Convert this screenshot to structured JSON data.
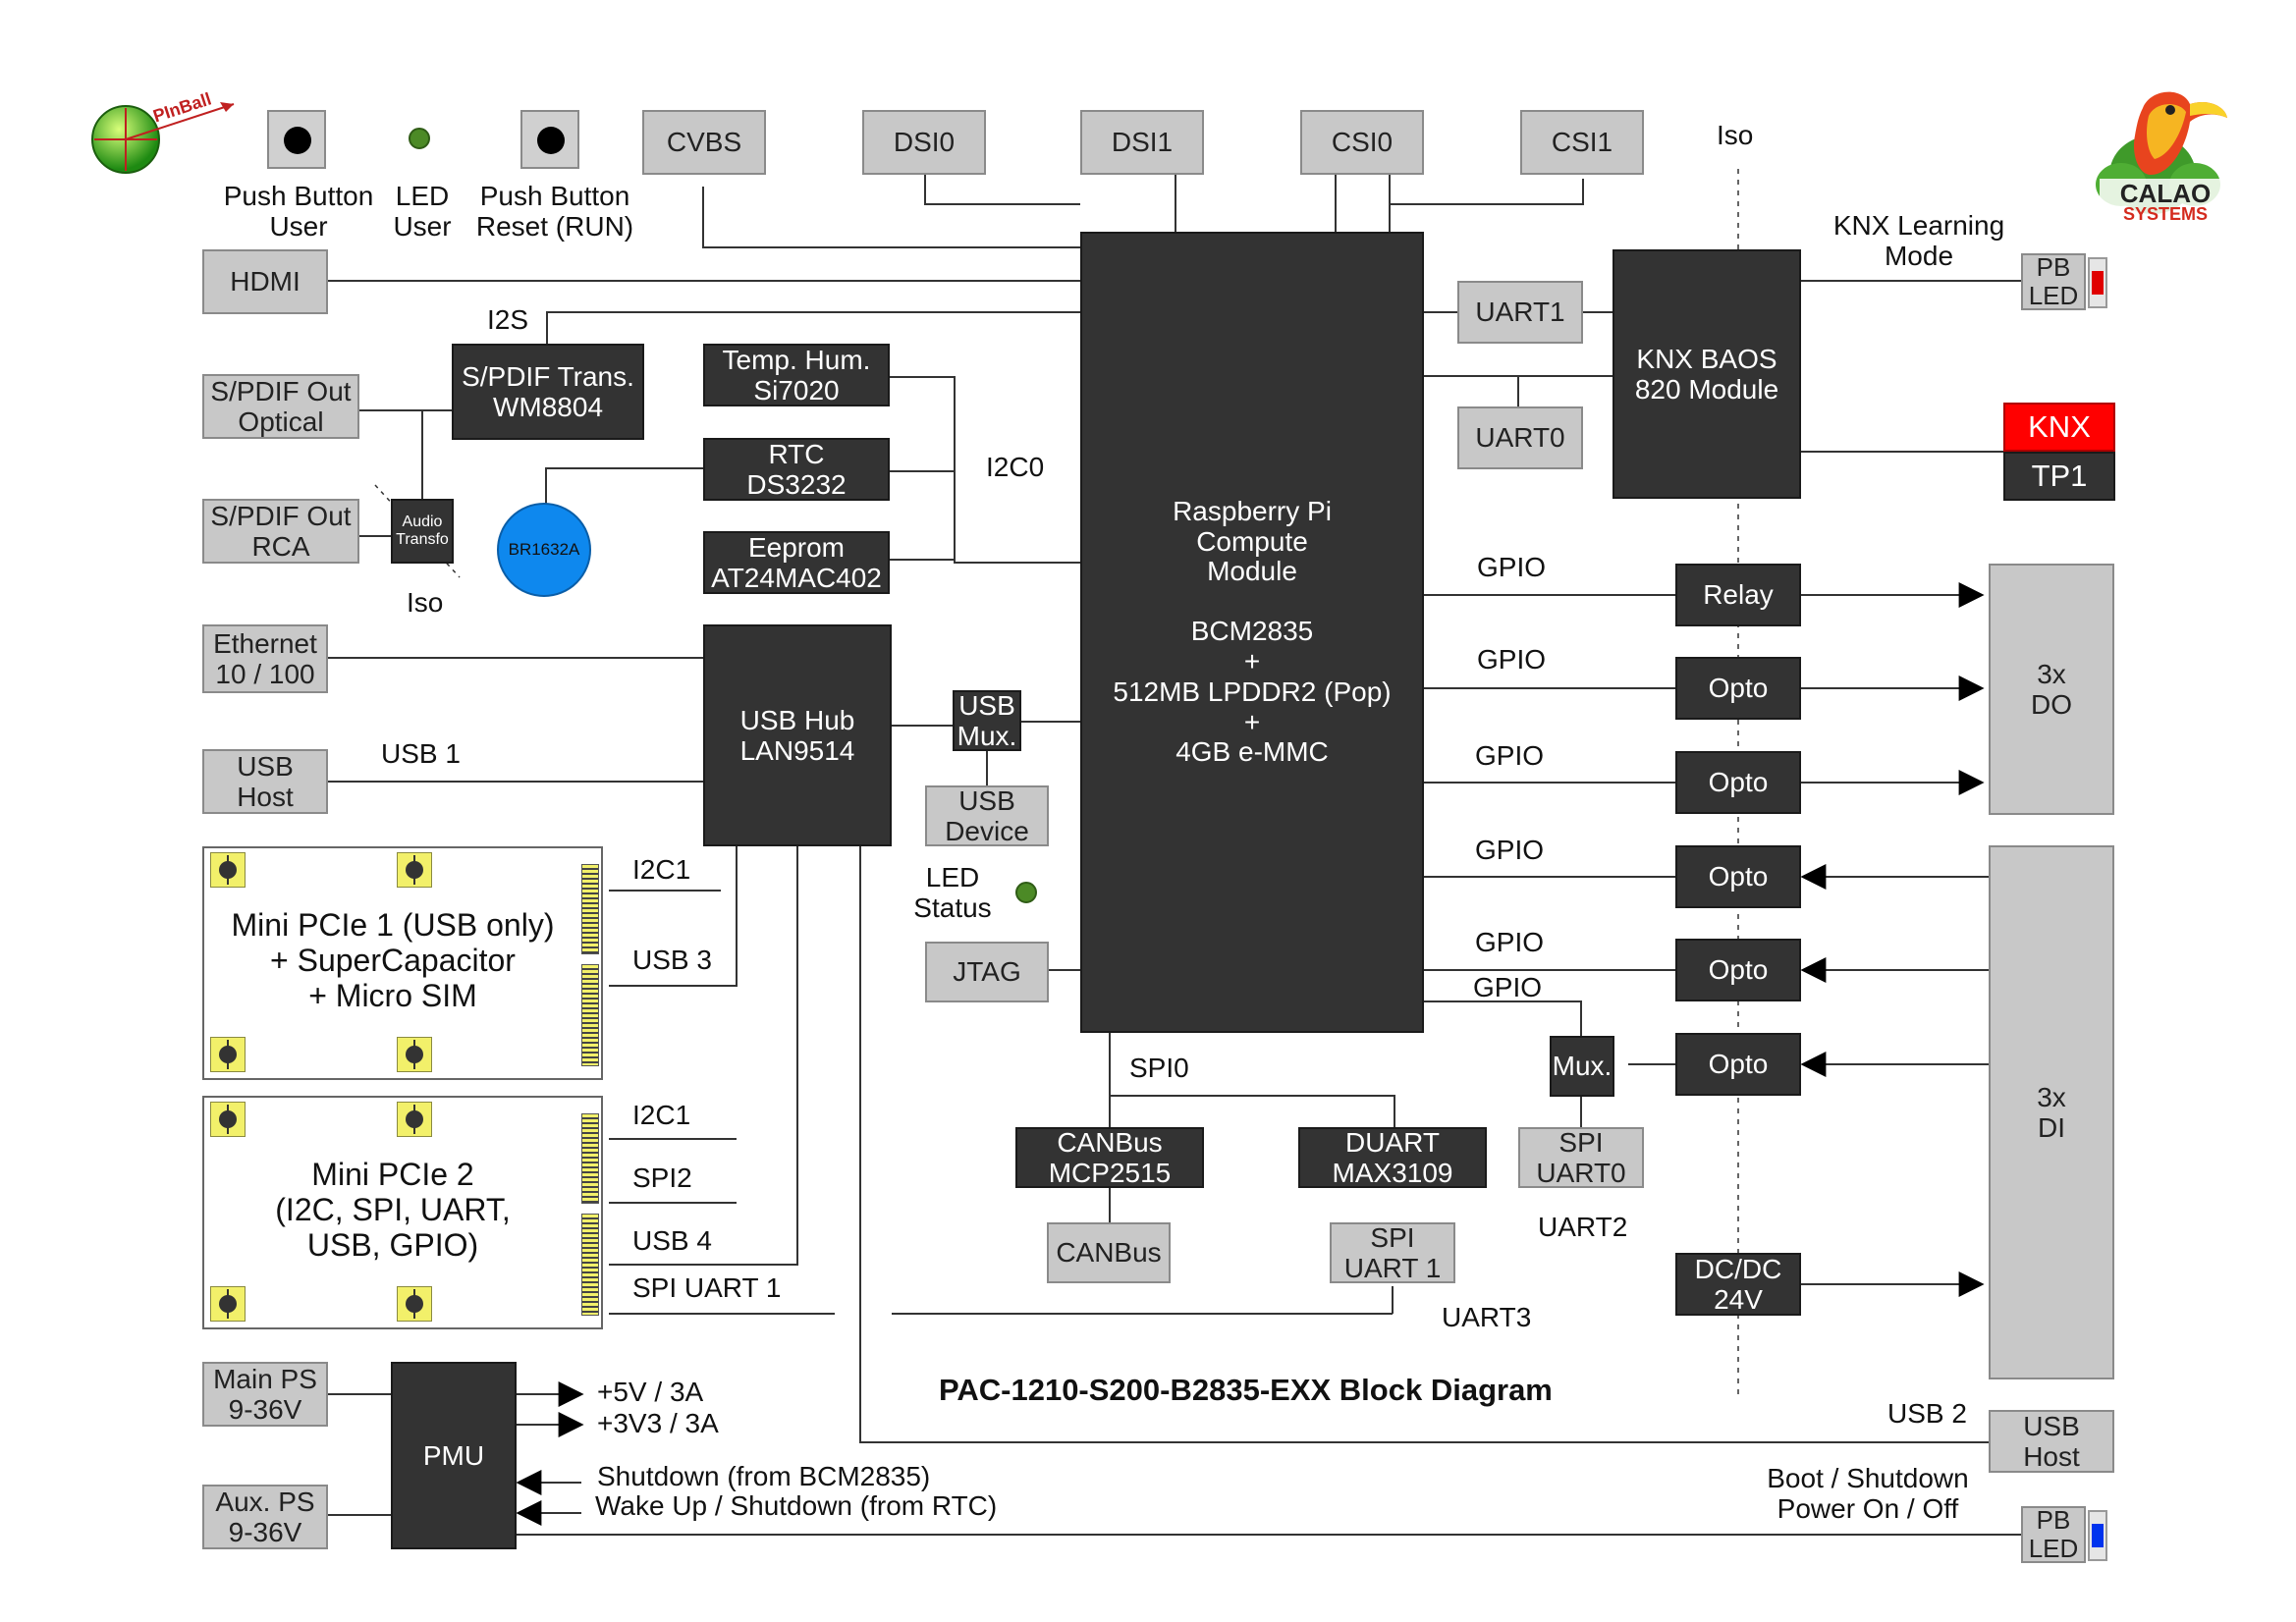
{
  "title": "PAC-1210-S200-B2835-EXX Block Diagram",
  "logos": {
    "pinball": "PInBall",
    "calao_line1": "CALAO",
    "calao_line2": "SYSTEMS"
  },
  "top": {
    "push_button_user": [
      "Push Button",
      "User"
    ],
    "led_user": [
      "LED",
      "User"
    ],
    "push_button_reset": [
      "Push Button",
      "Reset (RUN)"
    ],
    "cvbs": "CVBS",
    "dsi0": "DSI0",
    "dsi1": "DSI1",
    "csi0": "CSI0",
    "csi1": "CSI1",
    "iso": "Iso"
  },
  "left": {
    "hdmi": "HDMI",
    "i2s": "I2S",
    "spdif_trans": [
      "S/PDIF Trans.",
      "WM8804"
    ],
    "spdif_optical": [
      "S/PDIF Out",
      "Optical"
    ],
    "spdif_rca": [
      "S/PDIF Out",
      "RCA"
    ],
    "audio_transfo": [
      "Audio",
      "Transfo"
    ],
    "iso": "Iso",
    "battery": "BR1632A",
    "temp_hum": [
      "Temp. Hum.",
      "Si7020"
    ],
    "rtc": [
      "RTC",
      "DS3232"
    ],
    "eeprom": [
      "Eeprom",
      "AT24MAC402"
    ],
    "i2c0": "I2C0",
    "ethernet": [
      "Ethernet",
      "10 / 100"
    ],
    "usb_host": [
      "USB",
      "Host"
    ],
    "usb1": "USB 1",
    "usb_hub": [
      "USB Hub",
      "LAN9514"
    ],
    "usb_mux": [
      "USB",
      "Mux."
    ],
    "usb_device": [
      "USB",
      "Device"
    ],
    "led_status": [
      "LED",
      "Status"
    ],
    "jtag": "JTAG"
  },
  "pcie1": {
    "text": [
      "Mini PCIe 1 (USB only)",
      "+ SuperCapacitor",
      "+ Micro SIM"
    ],
    "i2c1": "I2C1",
    "usb3": "USB 3"
  },
  "pcie2": {
    "text": [
      "Mini PCIe 2",
      "(I2C, SPI, UART,",
      "USB, GPIO)"
    ],
    "i2c1": "I2C1",
    "spi2": "SPI2",
    "usb4": "USB 4",
    "spi_uart1": "SPI UART 1"
  },
  "power": {
    "main_ps": [
      "Main PS",
      "9-36V"
    ],
    "aux_ps": [
      "Aux. PS",
      "9-36V"
    ],
    "pmu": "PMU",
    "out_5v": "+5V / 3A",
    "out_3v3": "+3V3 / 3A",
    "shutdown": "Shutdown (from BCM2835)",
    "wakeup": "Wake Up / Shutdown (from RTC)"
  },
  "cm": {
    "line1": "Raspberry Pi",
    "line2": "Compute",
    "line3": "Module",
    "line4": "BCM2835",
    "line5": "+",
    "line6": "512MB LPDDR2 (Pop)",
    "line7": "+",
    "line8": "4GB e-MMC"
  },
  "bottom": {
    "spi0": "SPI0",
    "canbus_ctrl": [
      "CANBus",
      "MCP2515"
    ],
    "canbus": "CANBus",
    "duart": [
      "DUART",
      "MAX3109"
    ],
    "spi_uart1": [
      "SPI",
      "UART 1"
    ],
    "spi_uart0": [
      "SPI",
      "UART0"
    ],
    "uart2": "UART2",
    "uart3": "UART3",
    "mux": "Mux."
  },
  "right": {
    "uart1": "UART1",
    "uart0": "UART0",
    "knx_baos": [
      "KNX BAOS",
      "820 Module"
    ],
    "knx_learning": [
      "KNX Learning",
      "Mode"
    ],
    "pb_led": [
      "PB",
      "LED"
    ],
    "knx": "KNX",
    "tp1": "TP1",
    "gpio": "GPIO",
    "relay": "Relay",
    "opto": "Opto",
    "do": [
      "3x",
      "DO"
    ],
    "di": [
      "3x",
      "DI"
    ],
    "dcdc": [
      "DC/DC",
      "24V"
    ],
    "usb2": "USB 2",
    "usb_host": [
      "USB",
      "Host"
    ],
    "boot_shutdown": [
      "Boot / Shutdown",
      "Power On / Off"
    ],
    "pb_led2": [
      "PB",
      "LED"
    ]
  },
  "colors": {
    "block_dark": "#333333",
    "block_light": "#c8c8c8",
    "knx_red": "#ff0000",
    "battery": "#0e88ee",
    "led_green": "#4c8a26",
    "pb_led_red": "#e00000",
    "pb_led_blue": "#0033ee"
  }
}
